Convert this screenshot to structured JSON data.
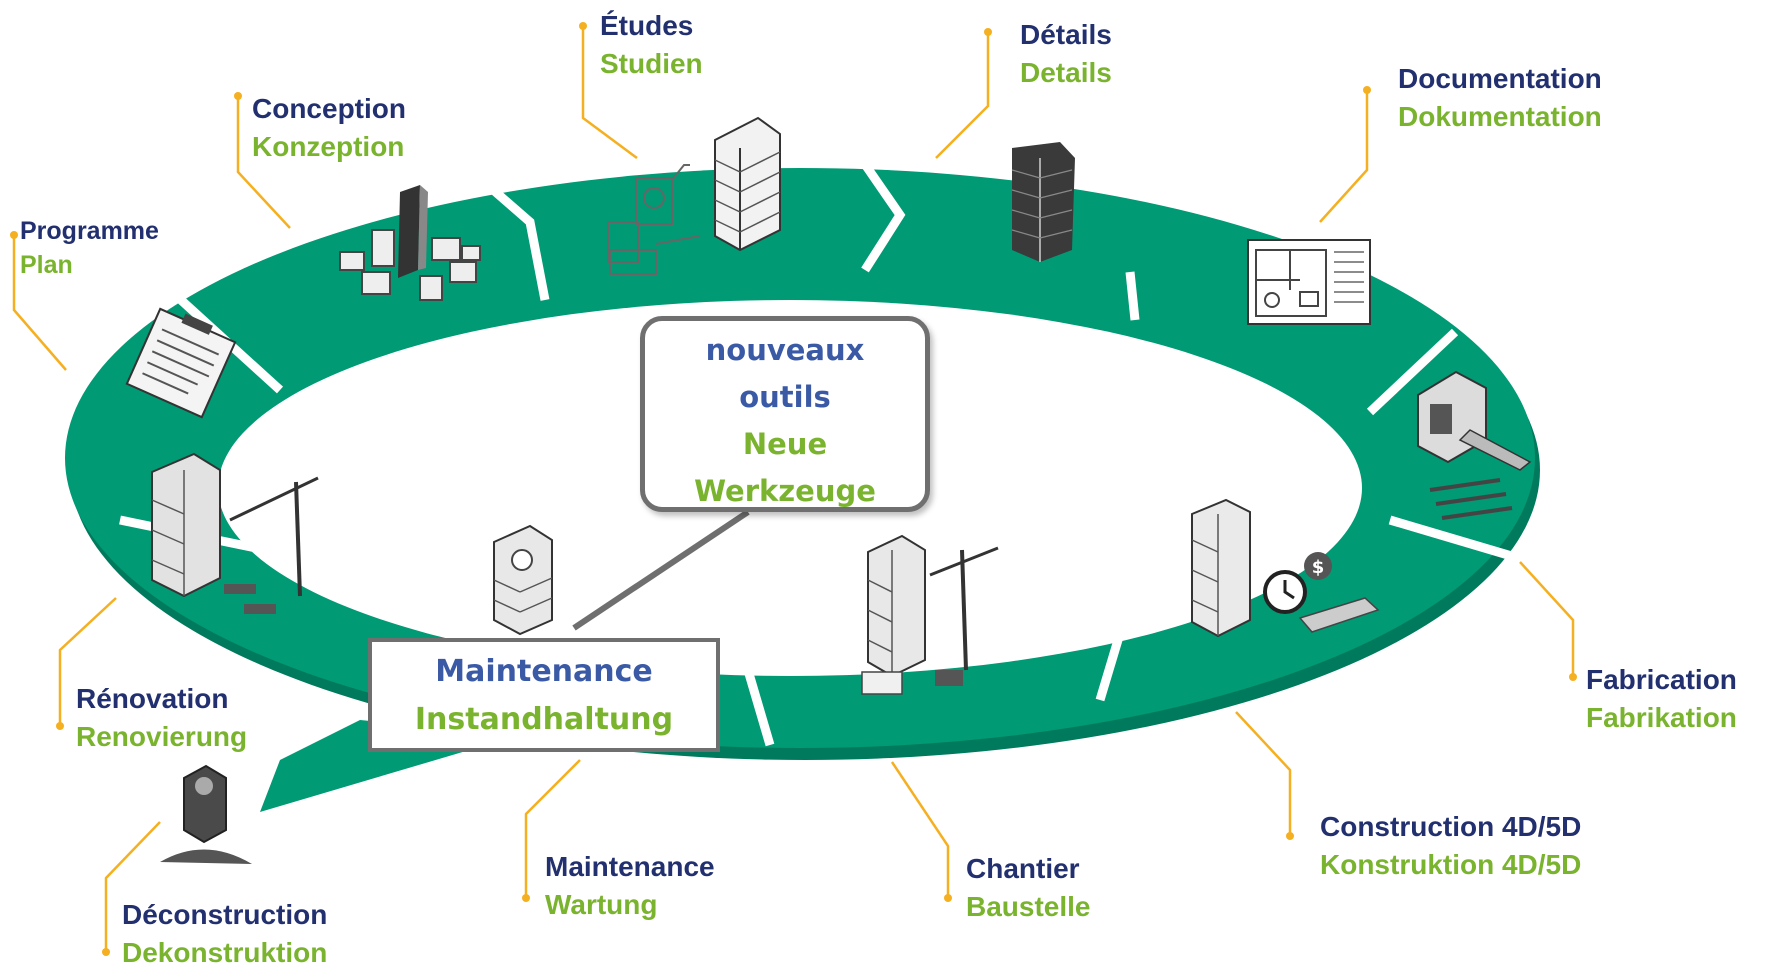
{
  "colors": {
    "ring": "#009a74",
    "ring_dark": "#007a5c",
    "leader": "#f5b021",
    "french": "#22306f",
    "german": "#7ab32e",
    "box_border": "#6f6f6f"
  },
  "stages": [
    {
      "id": "programme",
      "fr": "Programme",
      "de": "Plan",
      "icon": "clipboard-icon"
    },
    {
      "id": "conception",
      "fr": "Conception",
      "de": "Konzeption",
      "icon": "massing-model-icon"
    },
    {
      "id": "etudes",
      "fr": "Études",
      "de": "Studien",
      "icon": "analysis-tower-icon"
    },
    {
      "id": "details",
      "fr": "Détails",
      "de": "Details",
      "icon": "detailed-tower-icon"
    },
    {
      "id": "documentation",
      "fr": "Documentation",
      "de": "Dokumentation",
      "icon": "floor-plan-icon"
    },
    {
      "id": "fabrication",
      "fr": "Fabrication",
      "de": "Fabrikation",
      "icon": "fabrication-machine-icon"
    },
    {
      "id": "construction",
      "fr": "Construction 4D/5D",
      "de": "Konstruktion 4D/5D",
      "icon": "clock-cost-icon"
    },
    {
      "id": "chantier",
      "fr": "Chantier",
      "de": "Baustelle",
      "icon": "crane-site-icon"
    },
    {
      "id": "maintenance",
      "fr": "Maintenance",
      "de": "Wartung",
      "icon": "maintained-building-icon"
    },
    {
      "id": "renovation",
      "fr": "Rénovation",
      "de": "Renovierung",
      "icon": "renovation-crane-icon"
    },
    {
      "id": "deconstruction",
      "fr": "Déconstruction",
      "de": "Dekonstruktion",
      "icon": "demolition-icon"
    }
  ],
  "callout": {
    "fr_line1": "nouveaux",
    "fr_line2": "outils",
    "de_line1": "Neue",
    "de_line2": "Werkzeuge"
  },
  "highlight": {
    "fr": "Maintenance",
    "de": "Instandhaltung"
  }
}
